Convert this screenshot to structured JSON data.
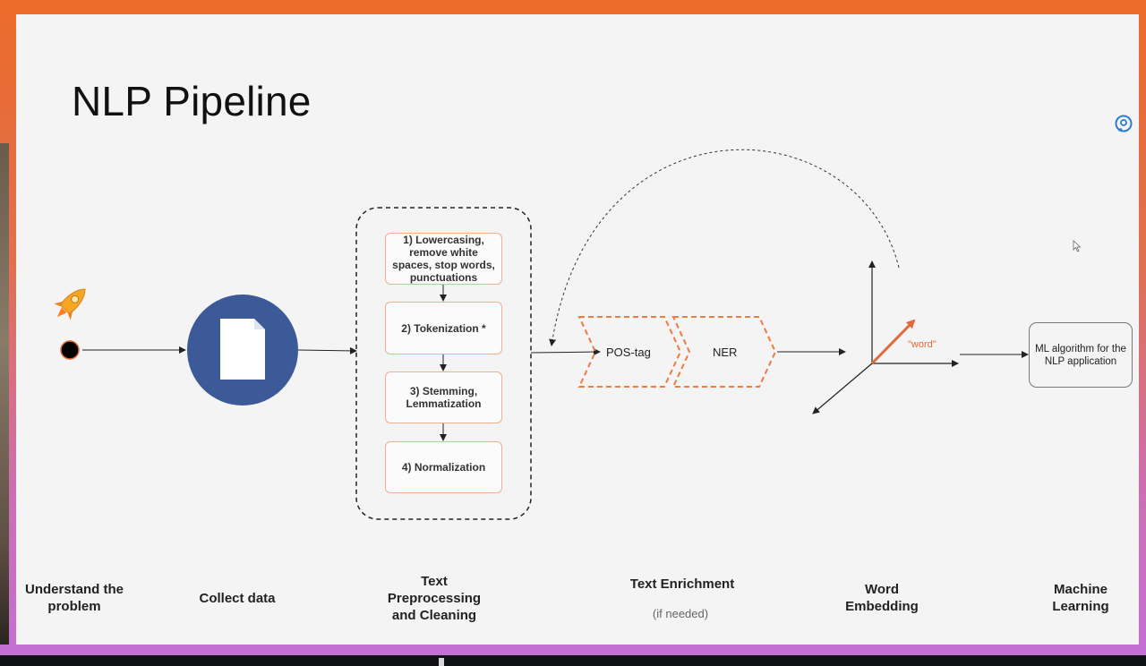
{
  "title": "NLP Pipeline",
  "stages": {
    "understand": "Understand the problem",
    "collect": "Collect data",
    "preprocess": "Text Preprocessing and Cleaning",
    "enrichment": "Text Enrichment",
    "enrichment_note": "(if needed)",
    "embedding": "Word Embedding",
    "ml": "Machine Learning"
  },
  "preprocessing_steps": [
    "1) Lowercasing, remove white spaces, stop  words, punctuations",
    "2) Tokenization *",
    "3) Stemming, Lemmatization",
    "4) Normalization"
  ],
  "enrichment_steps": [
    "POS-tag",
    "NER"
  ],
  "embedding_label": "\"word\"",
  "ml_box": "ML algorithm for the NLP application",
  "icons": {
    "start": "rocket-icon",
    "collect": "document-icon",
    "corner": "speech-bubble-icon",
    "pointer": "cursor-icon"
  },
  "colors": {
    "accent": "#f07a3f",
    "circle": "#3c5a97",
    "step_border": "#f0b08e"
  }
}
